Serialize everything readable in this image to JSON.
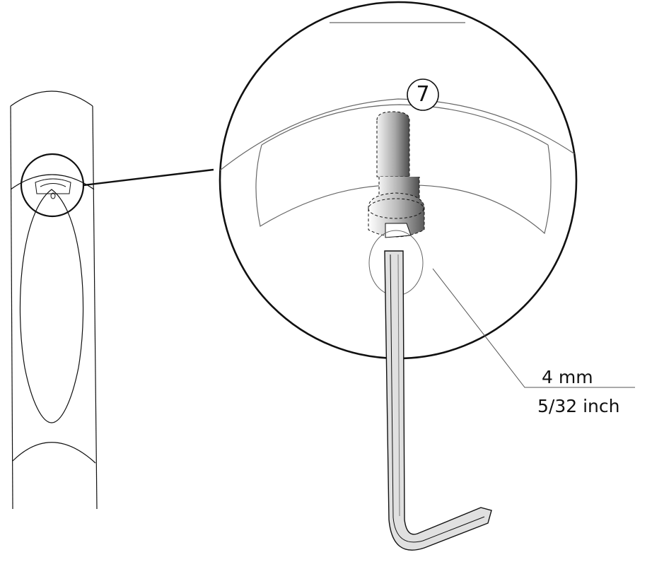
{
  "diagram": {
    "step_number": "7",
    "tool_size_metric": "4 mm",
    "tool_size_imperial": "5/32 inch",
    "parts": [
      {
        "name": "seat-post-tube-icon"
      },
      {
        "name": "detail-zoom-circle"
      },
      {
        "name": "hex-bolt-icon"
      },
      {
        "name": "hex-key-icon"
      }
    ],
    "colors": {
      "line": "#111111",
      "thin_line": "#666666",
      "bolt_dark": "#555555",
      "bolt_light": "#f2f2f2",
      "key_fill": "#d9d9d9"
    }
  }
}
